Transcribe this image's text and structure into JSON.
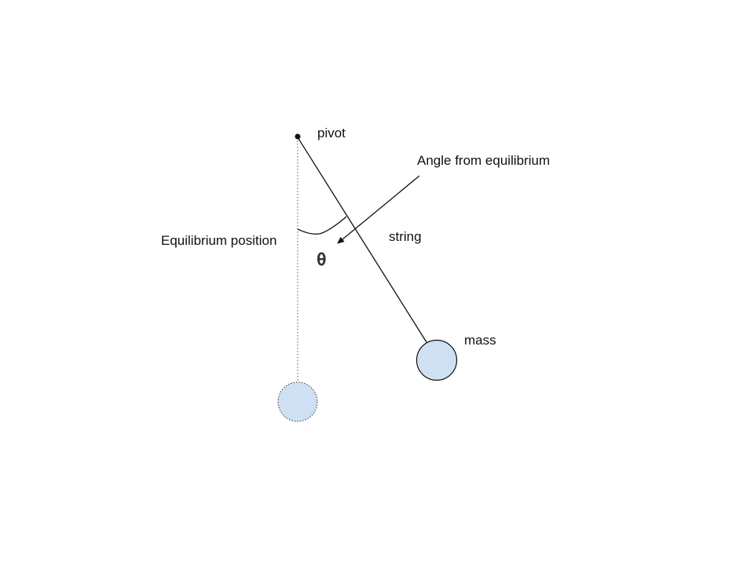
{
  "labels": {
    "pivot": "pivot",
    "angle_from_equilibrium": "Angle from equilibrium",
    "string": "string",
    "equilibrium_position": "Equilibrium position",
    "theta": "θ",
    "mass": "mass"
  },
  "colors": {
    "line": "#111111",
    "mass_fill": "#cfe0f3",
    "equilibrium_fill": "#cfe0f3"
  }
}
